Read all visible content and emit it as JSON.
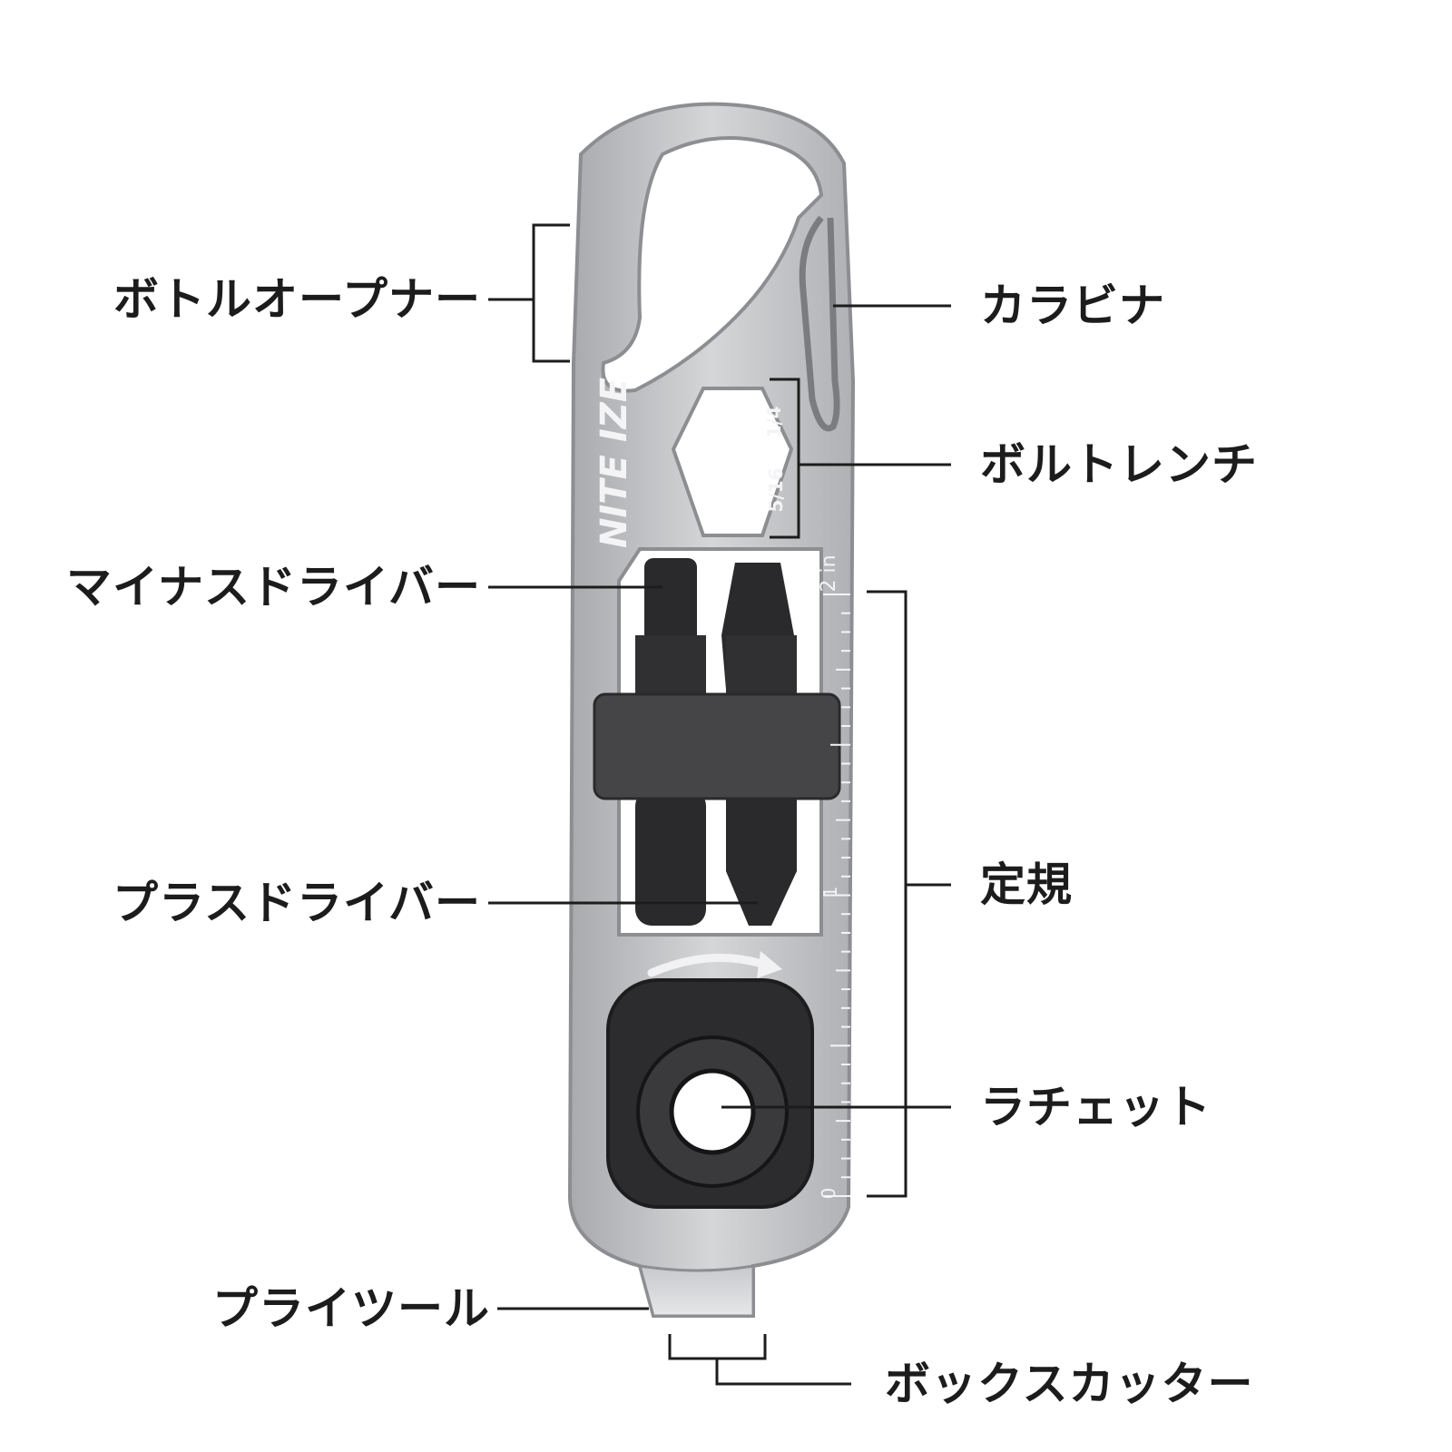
{
  "colors": {
    "background": "#ffffff",
    "steel_light": "#d2d3d5",
    "steel_mid": "#b4b5b8",
    "steel_dark": "#8d8e92",
    "bit_black": "#2a2a2c",
    "rubber": "#454548",
    "leader_line": "#1c1c1c",
    "label_text": "#1c1c1c",
    "engraving": "#f4f4f6"
  },
  "tool": {
    "brand": "NITE IZE",
    "wrench_sizes": [
      "1/4",
      "5/16"
    ],
    "ruler_labels": [
      "2 in",
      "1",
      "0"
    ]
  },
  "labels": {
    "bottle_opener": "ボトルオープナー",
    "carabiner": "カラビナ",
    "bolt_wrench": "ボルトレンチ",
    "flat_driver": "マイナスドライバー",
    "ruler": "定規",
    "phillips_driver": "プラスドライバー",
    "ratchet": "ラチェット",
    "pry_tool": "プライツール",
    "box_cutter": "ボックスカッター"
  }
}
